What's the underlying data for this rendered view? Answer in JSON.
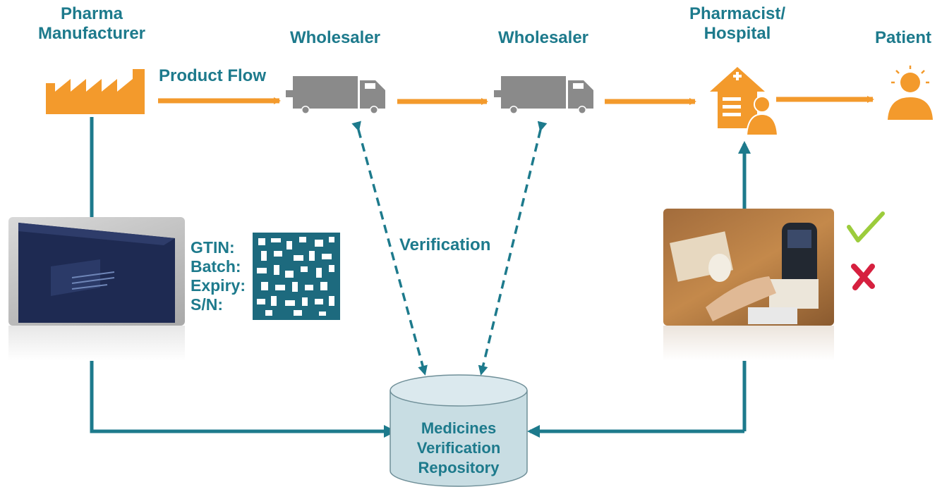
{
  "colors": {
    "teal": "#1d7a8c",
    "orange": "#f39a2c",
    "gray": "#8a8a8a",
    "check": "#9ccc3c",
    "cross": "#d6203f"
  },
  "nodes": {
    "manufacturer": {
      "line1": "Pharma",
      "line2": "Manufacturer"
    },
    "wholesaler1": {
      "label": "Wholesaler"
    },
    "wholesaler2": {
      "label": "Wholesaler"
    },
    "pharmacist": {
      "line1": "Pharmacist/",
      "line2": "Hospital"
    },
    "patient": {
      "label": "Patient"
    }
  },
  "flow": {
    "product_flow": "Product Flow",
    "verification": "Verification"
  },
  "code_fields": {
    "gtin": "GTIN:",
    "batch": "Batch:",
    "expiry": "Expiry:",
    "sn": "S/N:"
  },
  "repository": {
    "line1": "Medicines",
    "line2": "Verification",
    "line3": "Repository"
  },
  "icons": {
    "factory": "factory-icon",
    "truck": "truck-icon",
    "pharmacy": "pharmacy-icon",
    "patient": "patient-icon",
    "datamatrix": "datamatrix-icon",
    "check": "check-icon",
    "cross": "cross-icon"
  }
}
